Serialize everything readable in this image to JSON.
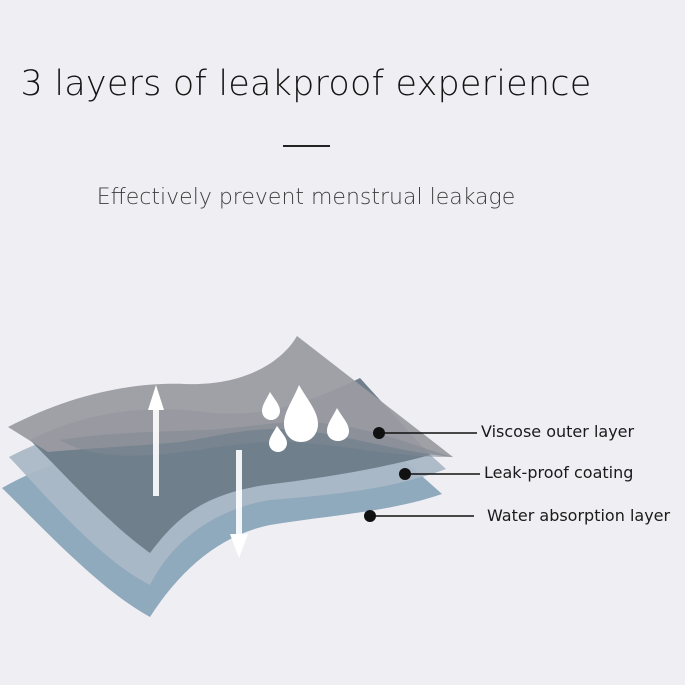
{
  "header": {
    "title": "3 layers of leakproof experience",
    "subtitle": "Effectively prevent menstrual leakage"
  },
  "diagram": {
    "labels": [
      "Viscose outer layer",
      "Leak-proof coating",
      "Water absorption layer"
    ],
    "icons": [
      "up-arrow-icon",
      "down-arrow-icon",
      "water-drops-icon"
    ],
    "colors": {
      "background": "#efeef3",
      "outer_layer": "#9b9ba2",
      "coating_layer": "#aab8c6",
      "absorption_layer": "#8fa9bd",
      "inner_fill": "#6f7f8c",
      "marker": "#111111"
    }
  }
}
